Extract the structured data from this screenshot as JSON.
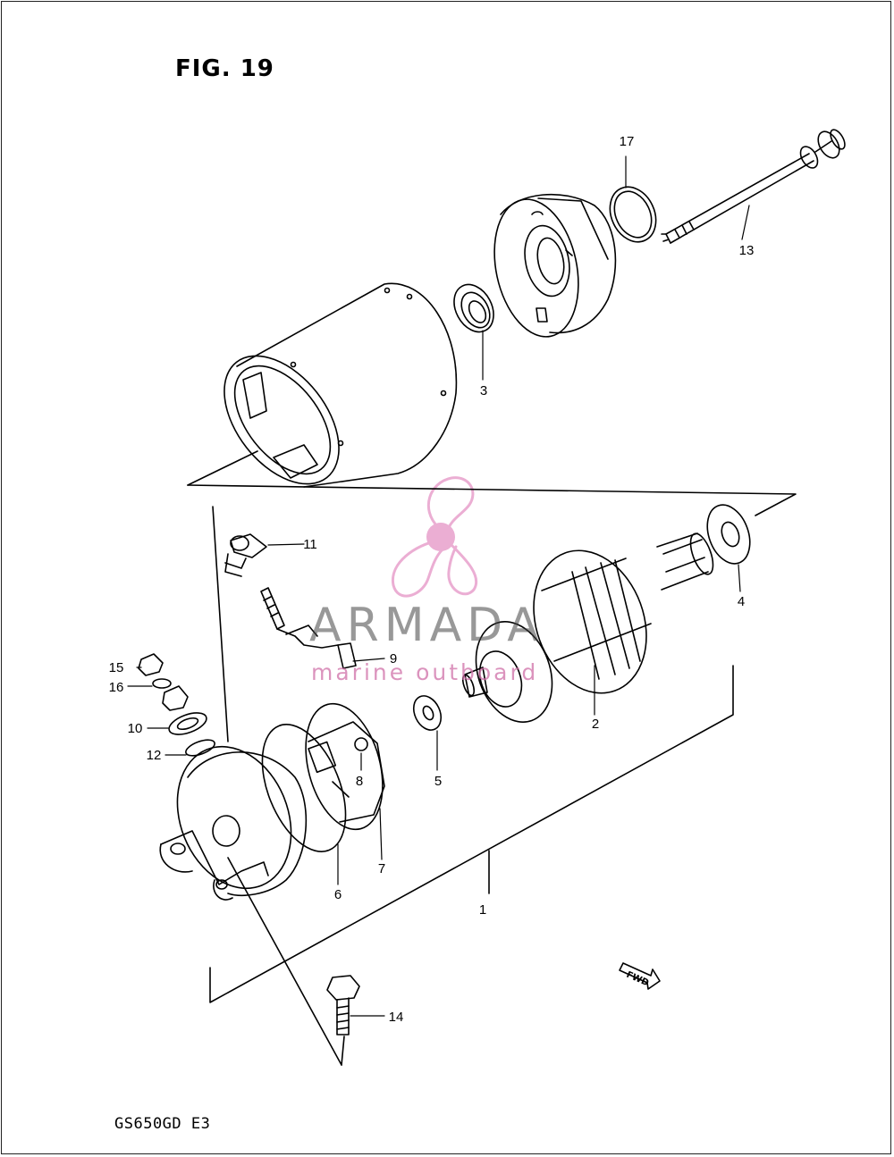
{
  "figure": {
    "title": "FIG. 19",
    "model_code": "GS650GD E3"
  },
  "watermark": {
    "title": "ARMADA",
    "subtitle": "marine outboard",
    "color": "#e8a0cc"
  },
  "callouts": [
    "1",
    "2",
    "3",
    "4",
    "5",
    "6",
    "7",
    "8",
    "9",
    "10",
    "11",
    "12",
    "13",
    "14",
    "15",
    "16",
    "17"
  ],
  "fwd_label": "FWD"
}
